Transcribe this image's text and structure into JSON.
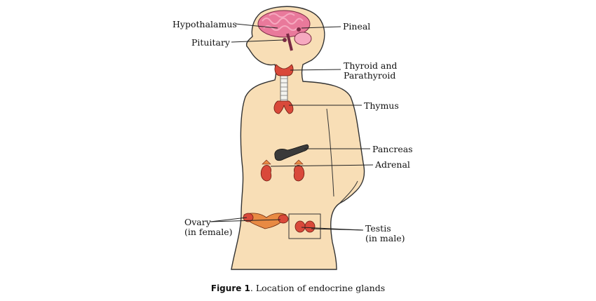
{
  "diagram": {
    "labels": {
      "hypothalamus": "Hypothalamus",
      "pineal": "Pineal",
      "pituitary": "Pituitary",
      "thyroid_line1": "Thyroid and",
      "thyroid_line2": "Parathyroid",
      "thymus": "Thymus",
      "pancreas": "Pancreas",
      "adrenal": "Adrenal",
      "ovary_line1": "Ovary",
      "ovary_line2": "(in female)",
      "testis_line1": "Testis",
      "testis_line2": "(in male)"
    },
    "caption": {
      "prefix": "Figure 1",
      "text": ". Location of endocrine glands"
    },
    "colors": {
      "skin": "#f8deb6",
      "outline": "#333333",
      "brain": "#e9799b",
      "brain_light": "#f6a9c0",
      "gland_red": "#d9493a",
      "gland_orange": "#e88a43",
      "pancreas": "#3a3a3a",
      "trachea": "#f3f3ee"
    }
  }
}
